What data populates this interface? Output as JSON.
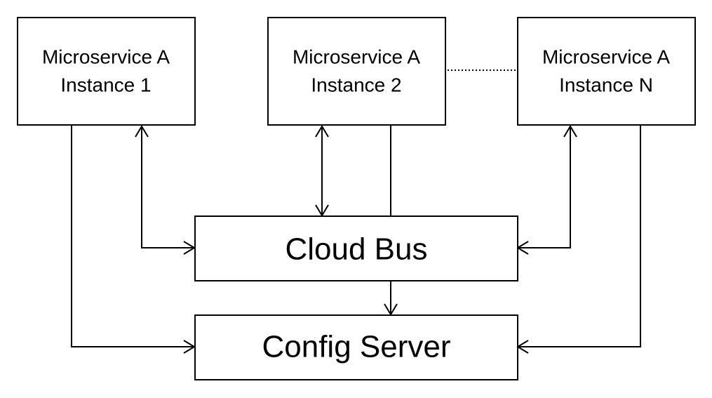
{
  "colors": {
    "stroke": "#000000",
    "background": "#ffffff"
  },
  "nodes": {
    "instance_1": {
      "line1": "Microservice A",
      "line2": "Instance 1"
    },
    "instance_2": {
      "line1": "Microservice A",
      "line2": "Instance 2"
    },
    "instance_n": {
      "line1": "Microservice A",
      "line2": "Instance N"
    },
    "cloud_bus": {
      "label": "Cloud Bus"
    },
    "config_server": {
      "label": "Config Server"
    }
  },
  "edges": [
    {
      "from": "instance_1",
      "to": "cloud_bus",
      "style": "solid",
      "arrows": "both"
    },
    {
      "from": "instance_1",
      "to": "config_server",
      "style": "solid",
      "arrows": "end"
    },
    {
      "from": "instance_2",
      "to": "cloud_bus",
      "style": "solid",
      "arrows": "both"
    },
    {
      "from": "instance_2",
      "to": "cloud_bus",
      "style": "solid",
      "arrows": "none"
    },
    {
      "from": "instance_2",
      "to": "instance_n",
      "style": "dotted",
      "arrows": "none"
    },
    {
      "from": "instance_n",
      "to": "cloud_bus",
      "style": "solid",
      "arrows": "both"
    },
    {
      "from": "instance_n",
      "to": "config_server",
      "style": "solid",
      "arrows": "end"
    },
    {
      "from": "cloud_bus",
      "to": "config_server",
      "style": "solid",
      "arrows": "end"
    }
  ]
}
